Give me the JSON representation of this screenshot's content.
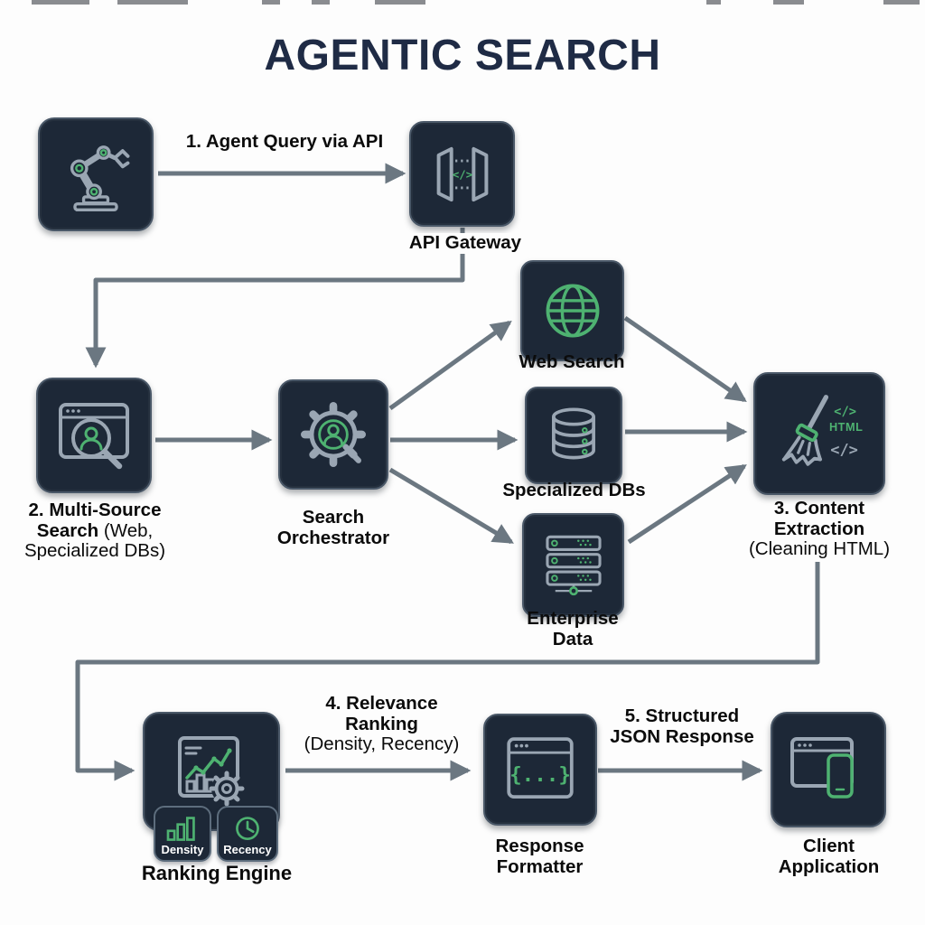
{
  "title": "AGENTIC SEARCH",
  "colors": {
    "background": "#fdfdfd",
    "node_fill": "#1d2837",
    "node_border": "#4a5868",
    "icon_gray": "#9aa6b3",
    "accent_green": "#4eb271",
    "arrow_gray": "#6b7781",
    "title_color": "#1f2b45",
    "label_color": "#0b0b0b",
    "badge_text": "#ffffff"
  },
  "flow_labels": {
    "step1": "1. Agent Query via API",
    "step4_line1": "4. Relevance",
    "step4_line2": "Ranking",
    "step4_line3": "(Density, Recency)",
    "step5_line1": "5. Structured",
    "step5_line2": "JSON Response"
  },
  "nodes": {
    "agent": {
      "icon": "robot-arm-icon"
    },
    "api_gateway": {
      "icon": "api-gateway-icon",
      "label": "API Gateway",
      "code": "</>"
    },
    "multi_source_search": {
      "icon": "multi-source-search-icon",
      "line1": "2. Multi-Source",
      "line2_bold": "Search",
      "line2_rest": "(Web,",
      "line3": "Specialized DBs)"
    },
    "search_orchestrator": {
      "icon": "search-orchestrator-icon",
      "line1": "Search",
      "line2": "Orchestrator"
    },
    "web_search": {
      "icon": "globe-icon",
      "label": "Web Search"
    },
    "specialized_dbs": {
      "icon": "database-icon",
      "label": "Specialized DBs"
    },
    "enterprise_data": {
      "icon": "server-rack-icon",
      "line1": "Enterprise",
      "line2": "Data"
    },
    "content_extraction": {
      "icon": "broom-html-icon",
      "line1": "3. Content",
      "line2": "Extraction",
      "line3": "(Cleaning HTML)",
      "code_open": "</>",
      "html_text": "HTML",
      "code_close": "</>"
    },
    "ranking_engine": {
      "icon": "ranking-dashboard-icon",
      "label": "Ranking Engine",
      "badge_density": "Density",
      "badge_recency": "Recency"
    },
    "response_formatter": {
      "icon": "json-braces-icon",
      "line1": "Response",
      "line2": "Formatter",
      "code": "{...}"
    },
    "client_application": {
      "icon": "browser-phone-icon",
      "line1": "Client",
      "line2": "Application"
    }
  }
}
